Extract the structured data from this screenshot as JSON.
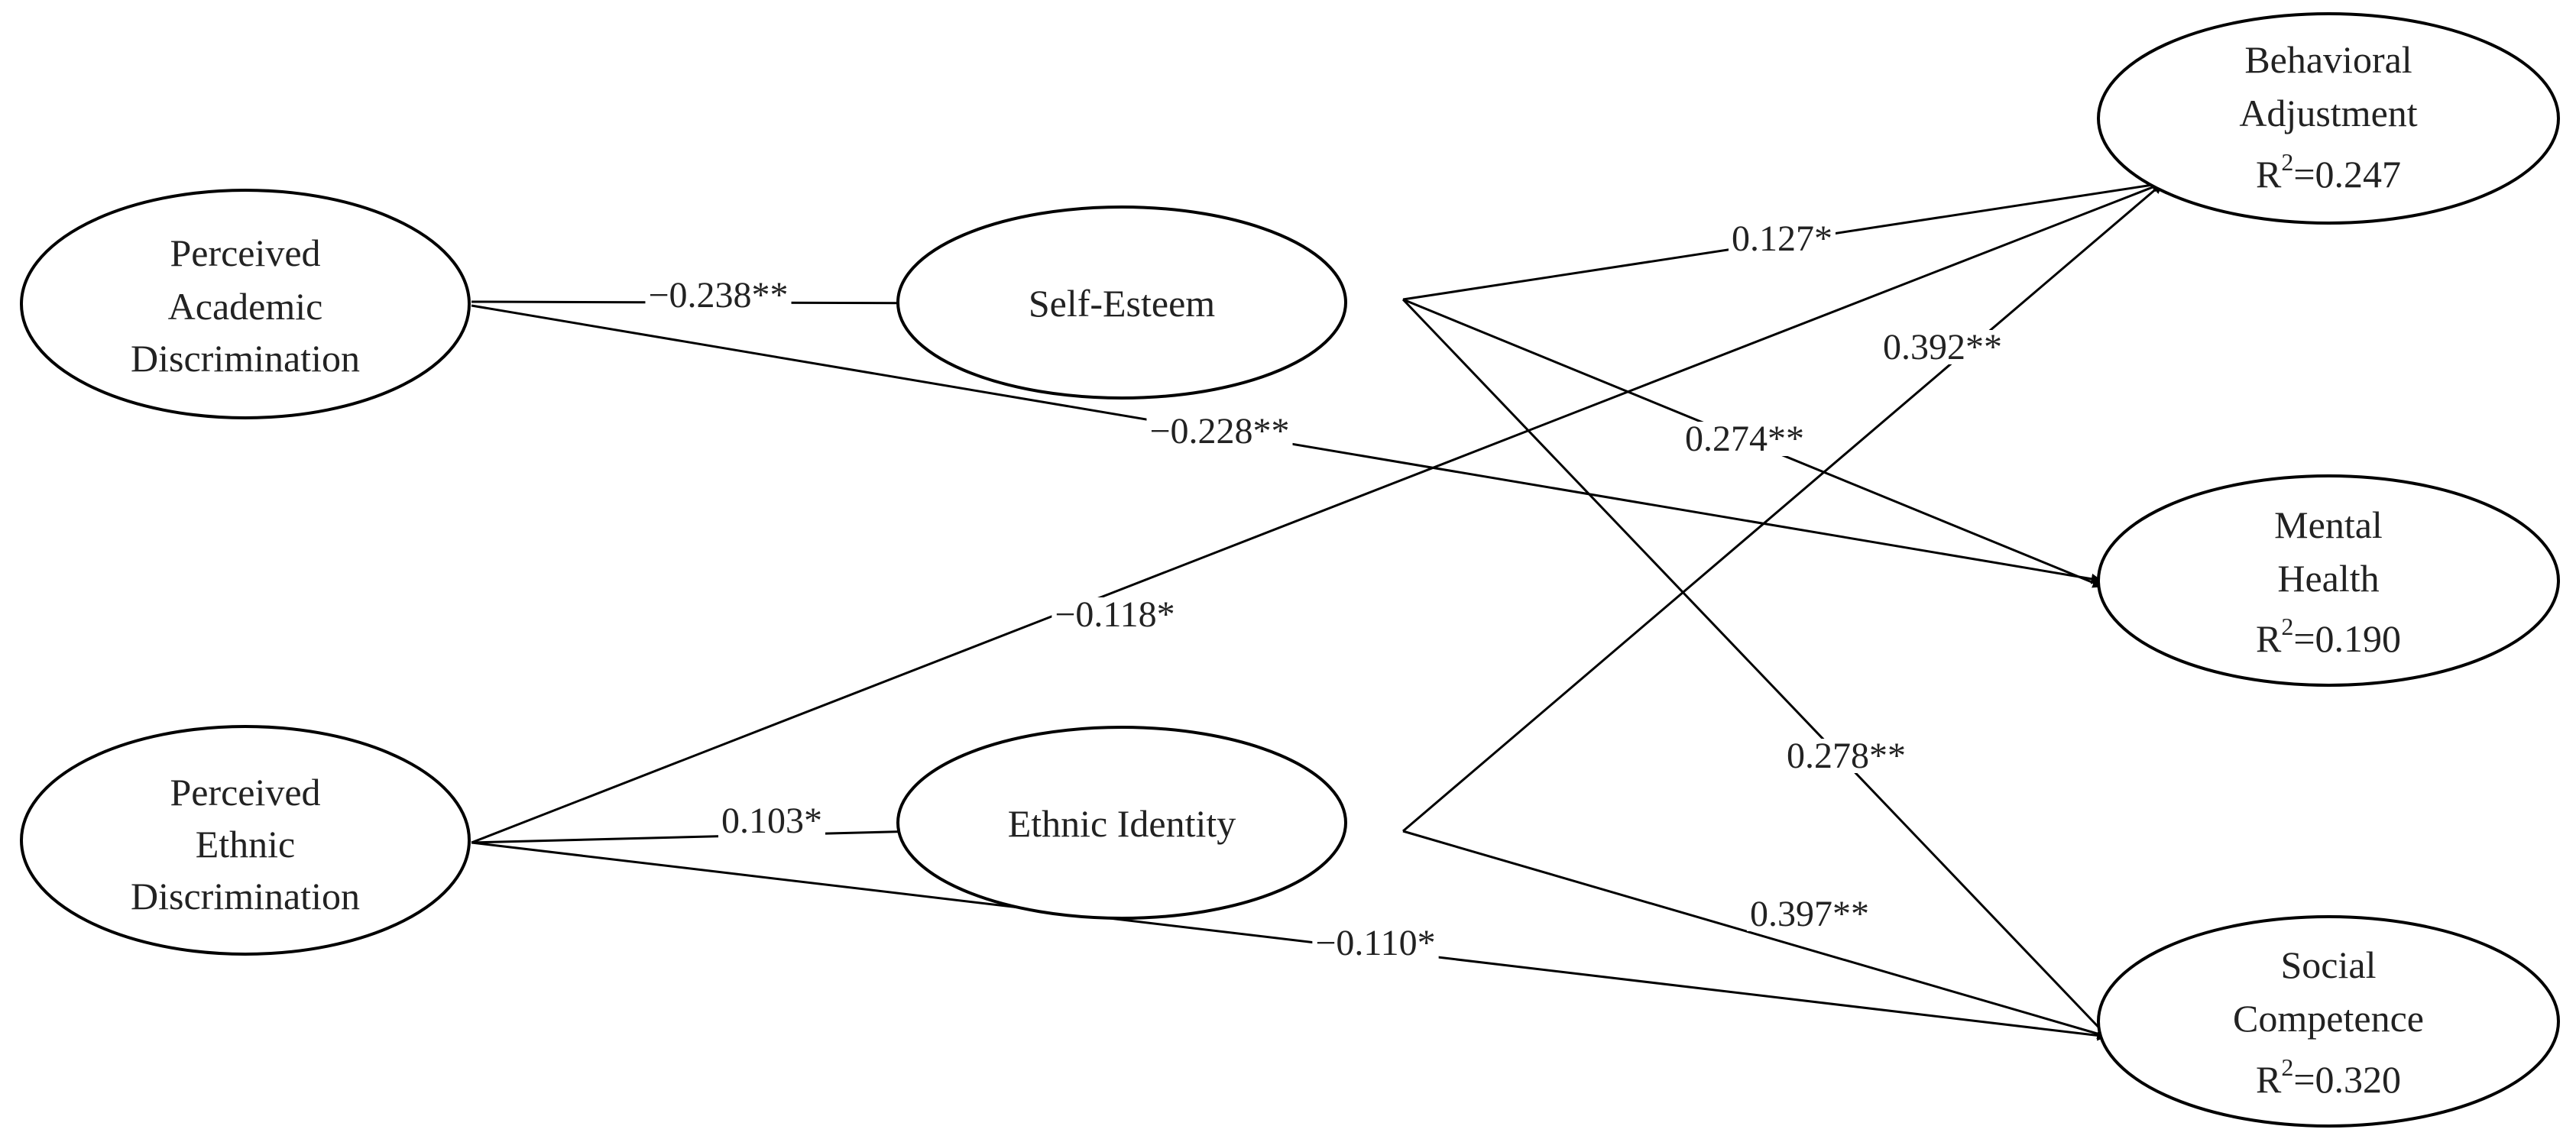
{
  "nodes": {
    "pad": {
      "lines": [
        "Perceived",
        "Academic",
        "Discrimination"
      ]
    },
    "ped": {
      "lines": [
        "Perceived",
        "Ethnic",
        "Discrimination"
      ]
    },
    "se": {
      "lines": [
        "Self-Esteem"
      ]
    },
    "ei": {
      "lines": [
        "Ethnic Identity"
      ]
    },
    "ba": {
      "lines": [
        "Behavioral",
        "Adjustment"
      ],
      "r2": {
        "prefix": "R",
        "sup": "2",
        "value": "=0.247"
      }
    },
    "mh": {
      "lines": [
        "Mental",
        "Health"
      ],
      "r2": {
        "prefix": "R",
        "sup": "2",
        "value": "=0.190"
      }
    },
    "sc": {
      "lines": [
        "Social",
        "Competence"
      ],
      "r2": {
        "prefix": "R",
        "sup": "2",
        "value": "=0.320"
      }
    }
  },
  "edges": [
    {
      "from": "pad",
      "to": "se",
      "label": "−0.238**"
    },
    {
      "from": "pad",
      "to": "mh",
      "label": "−0.228**"
    },
    {
      "from": "se",
      "to": "ba",
      "label": "0.127*"
    },
    {
      "from": "se",
      "to": "mh",
      "label": "0.274**"
    },
    {
      "from": "se",
      "to": "sc",
      "label": "0.278**"
    },
    {
      "from": "ped",
      "to": "ba",
      "label": "−0.118*"
    },
    {
      "from": "ped",
      "to": "ei",
      "label": "0.103*"
    },
    {
      "from": "ped",
      "to": "sc",
      "label": "−0.110*"
    },
    {
      "from": "ei",
      "to": "ba",
      "label": "0.392**"
    },
    {
      "from": "ei",
      "to": "sc",
      "label": "0.397**"
    }
  ]
}
